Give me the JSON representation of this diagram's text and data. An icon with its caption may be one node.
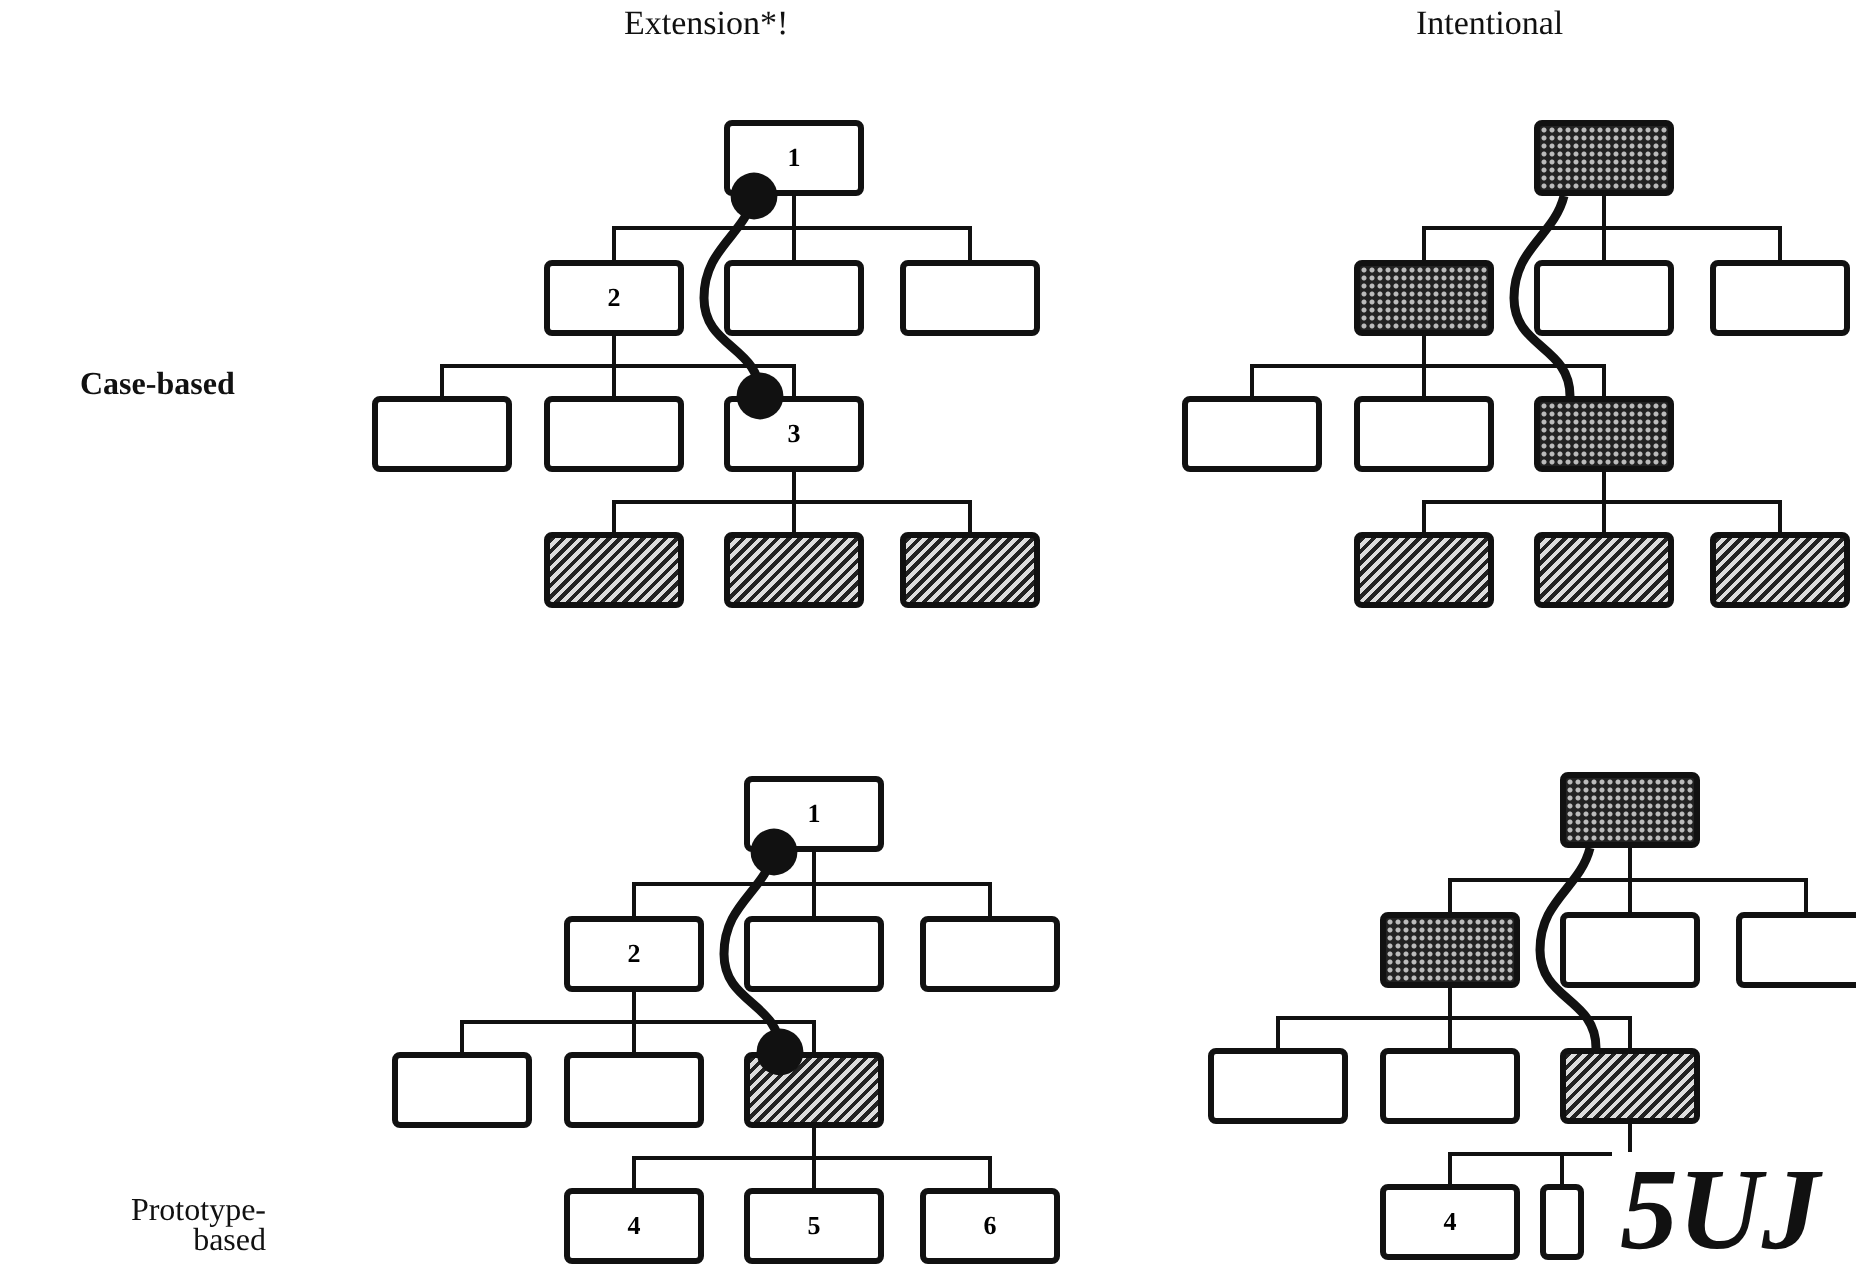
{
  "diagram": {
    "nodes": [
      {
        "text": [
          "1"
        ]
      },
      {
        "text": [
          "2"
        ]
      },
      {
        "text": [],
        "shape": "box"
      },
      {
        "text": [],
        "shape": "box"
      },
      {
        "text": [],
        "shape": "box"
      },
      {
        "text": [],
        "shape": "box"
      },
      {
        "text": [
          "3"
        ]
      },
      {
        "text": [],
        "shape": "box"
      },
      {
        "text": [],
        "shape": "box"
      },
      {
        "text": [],
        "shape": "box"
      },
      {
        "text": [],
        "shape": "box"
      },
      {
        "text": [],
        "shape": "box"
      },
      {
        "text": [],
        "shape": "box"
      },
      {
        "text": [],
        "shape": "box"
      },
      {
        "text": [],
        "shape": "box"
      },
      {
        "text": [],
        "shape": "box"
      },
      {
        "text": [],
        "shape": "box"
      },
      {
        "text": [],
        "shape": "box"
      },
      {
        "text": [],
        "shape": "box"
      },
      {
        "text": [],
        "shape": "box"
      },
      {
        "text": [
          "1"
        ]
      },
      {
        "text": [
          "2"
        ]
      },
      {
        "text": [],
        "shape": "box"
      },
      {
        "text": [],
        "shape": "box"
      },
      {
        "text": [],
        "shape": "box"
      },
      {
        "text": [],
        "shape": "box"
      },
      {
        "text": [],
        "shape": "box"
      },
      {
        "text": [
          "4"
        ]
      },
      {
        "text": [
          "5"
        ]
      },
      {
        "text": [
          "6"
        ]
      },
      {
        "text": [],
        "shape": "box"
      },
      {
        "text": [],
        "shape": "box"
      },
      {
        "text": [],
        "shape": "box"
      },
      {
        "text": [],
        "shape": "box"
      },
      {
        "text": [],
        "shape": "box"
      },
      {
        "text": [],
        "shape": "box"
      },
      {
        "text": [],
        "shape": "box"
      },
      {
        "text": [
          "4"
        ]
      },
      {
        "text": [],
        "shape": "box"
      }
    ],
    "edges": [
      {
        "from": 0,
        "to": 1,
        "arrow": "none"
      },
      {
        "from": 0,
        "to": 2,
        "arrow": "none"
      },
      {
        "from": 0,
        "to": 3,
        "arrow": "none"
      },
      {
        "from": 1,
        "to": 4,
        "arrow": "none"
      },
      {
        "from": 1,
        "to": 5,
        "arrow": "none"
      },
      {
        "from": 1,
        "to": 6,
        "arrow": "none"
      },
      {
        "from": 6,
        "to": 7,
        "arrow": "none"
      },
      {
        "from": 6,
        "to": 8,
        "arrow": "none"
      },
      {
        "from": 6,
        "to": 9,
        "arrow": "none"
      },
      {
        "from": 0,
        "to": 6,
        "arrow": "other",
        "style": "thick"
      },
      {
        "from": 10,
        "to": 11,
        "arrow": "none"
      },
      {
        "from": 10,
        "to": 12,
        "arrow": "none"
      },
      {
        "from": 10,
        "to": 13,
        "arrow": "none"
      },
      {
        "from": 11,
        "to": 14,
        "arrow": "none"
      },
      {
        "from": 11,
        "to": 15,
        "arrow": "none"
      },
      {
        "from": 11,
        "to": 16,
        "arrow": "none"
      },
      {
        "from": 16,
        "to": 17,
        "arrow": "none"
      },
      {
        "from": 16,
        "to": 18,
        "arrow": "none"
      },
      {
        "from": 16,
        "to": 19,
        "arrow": "none"
      },
      {
        "from": 10,
        "to": 16,
        "arrow": "none",
        "style": "thick"
      },
      {
        "from": 20,
        "to": 21,
        "arrow": "none"
      },
      {
        "from": 20,
        "to": 22,
        "arrow": "none"
      },
      {
        "from": 20,
        "to": 23,
        "arrow": "none"
      },
      {
        "from": 21,
        "to": 24,
        "arrow": "none"
      },
      {
        "from": 21,
        "to": 25,
        "arrow": "none"
      },
      {
        "from": 21,
        "to": 26,
        "arrow": "none"
      },
      {
        "from": 26,
        "to": 27,
        "arrow": "none"
      },
      {
        "from": 26,
        "to": 28,
        "arrow": "none"
      },
      {
        "from": 26,
        "to": 29,
        "arrow": "none"
      },
      {
        "from": 20,
        "to": 26,
        "arrow": "other",
        "style": "thick"
      },
      {
        "from": 30,
        "to": 31,
        "arrow": "none"
      },
      {
        "from": 30,
        "to": 32,
        "arrow": "none"
      },
      {
        "from": 30,
        "to": 33,
        "arrow": "none"
      },
      {
        "from": 31,
        "to": 34,
        "arrow": "none"
      },
      {
        "from": 31,
        "to": 35,
        "arrow": "none"
      },
      {
        "from": 31,
        "to": 36,
        "arrow": "none"
      },
      {
        "from": 36,
        "to": 37,
        "arrow": "none"
      },
      {
        "from": 36,
        "to": 38,
        "arrow": "none"
      },
      {
        "from": 30,
        "to": 36,
        "arrow": "none",
        "style": "thick"
      }
    ],
    "labels": [
      "Extension*!",
      "Intentional",
      "Case-based",
      "Prototype-based",
      "5UJ"
    ]
  }
}
